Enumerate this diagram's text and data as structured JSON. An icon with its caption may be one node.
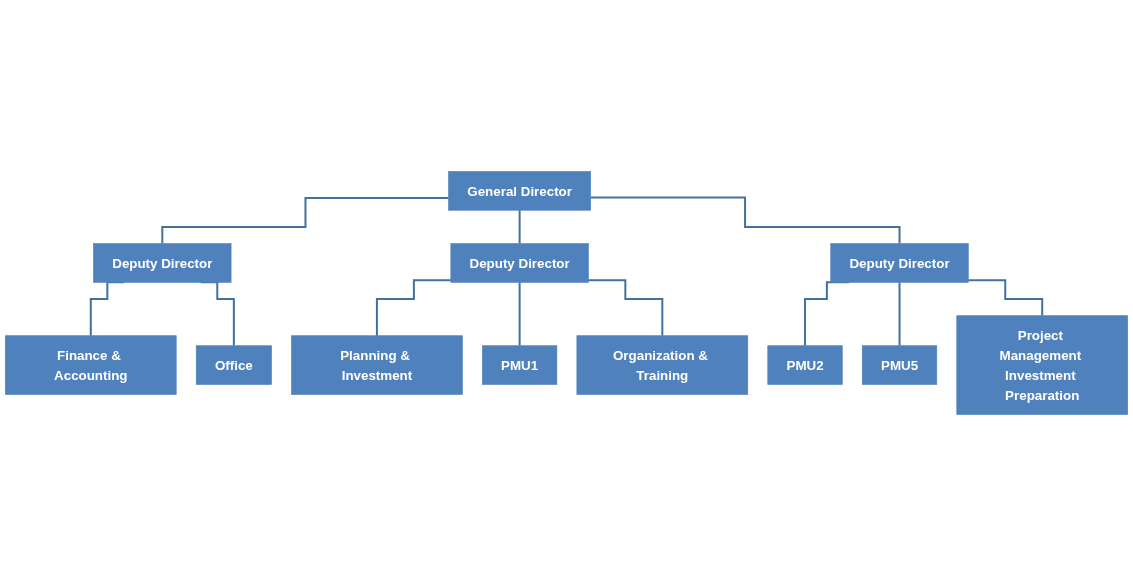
{
  "diagram": {
    "nodes": [
      {
        "text": [
          "General Director"
        ]
      },
      {
        "text": [
          "Deputy Director"
        ]
      },
      {
        "text": [
          "Deputy Director"
        ]
      },
      {
        "text": [
          "Deputy Director"
        ]
      },
      {
        "text": [
          "Finance & Accounting"
        ]
      },
      {
        "text": [
          "Office"
        ]
      },
      {
        "text": [
          "Planning & Investment"
        ]
      },
      {
        "text": [
          "PMU1"
        ]
      },
      {
        "text": [
          "Organization & Training"
        ]
      },
      {
        "text": [
          "PMU2"
        ]
      },
      {
        "text": [
          "PMU5"
        ]
      },
      {
        "text": [
          "Project Management Investment Preparation"
        ]
      }
    ],
    "edges": [
      {
        "from": 0,
        "to": 1,
        "arrow": "none"
      },
      {
        "from": 0,
        "to": 2,
        "arrow": "none"
      },
      {
        "from": 0,
        "to": 3,
        "arrow": "none"
      },
      {
        "from": 1,
        "to": 4,
        "arrow": "none"
      },
      {
        "from": 1,
        "to": 5,
        "arrow": "none"
      },
      {
        "from": 2,
        "to": 6,
        "arrow": "none"
      },
      {
        "from": 2,
        "to": 7,
        "arrow": "none"
      },
      {
        "from": 2,
        "to": 8,
        "arrow": "none"
      },
      {
        "from": 3,
        "to": 9,
        "arrow": "none"
      },
      {
        "from": 3,
        "to": 10,
        "arrow": "none"
      },
      {
        "from": 3,
        "to": 11,
        "arrow": "none"
      }
    ]
  }
}
